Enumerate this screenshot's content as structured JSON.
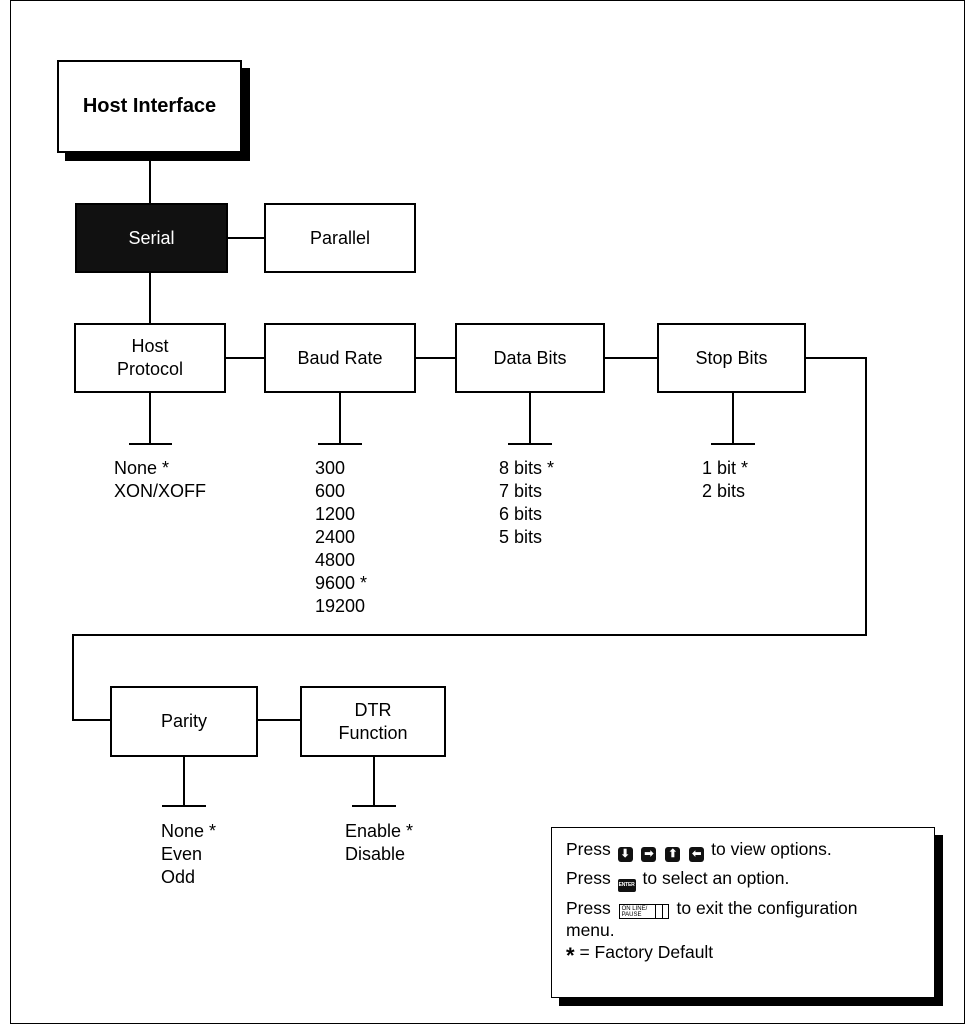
{
  "diagram": {
    "host_interface": "Host Interface",
    "serial": "Serial",
    "parallel": "Parallel",
    "host_protocol": "Host\nProtocol",
    "baud_rate": "Baud Rate",
    "data_bits": "Data Bits",
    "stop_bits": "Stop Bits",
    "parity": "Parity",
    "dtr_function": "DTR\nFunction"
  },
  "options": {
    "host_protocol": [
      "None *",
      "XON/XOFF"
    ],
    "baud_rate": [
      "300",
      "600",
      "1200",
      "2400",
      "4800",
      "9600 *",
      "19200"
    ],
    "data_bits": [
      "8 bits *",
      "7 bits",
      "6 bits",
      "5 bits"
    ],
    "stop_bits": [
      "1 bit *",
      "2 bits"
    ],
    "parity": [
      "None *",
      "Even",
      "Odd"
    ],
    "dtr_function": [
      "Enable *",
      "Disable"
    ]
  },
  "legend": {
    "press": "Press",
    "view_options": "to view options.",
    "select_option": "to select an option.",
    "exit_menu_1": "to exit the configuration",
    "exit_menu_2": "menu.",
    "default_star": "*",
    "default_text": "= Factory Default",
    "enter_key": "ENTER",
    "online_key": "ON LINE/\nPAUSE",
    "arrow_keys": [
      "⬇",
      "➡",
      "⬆",
      "⬅"
    ]
  }
}
